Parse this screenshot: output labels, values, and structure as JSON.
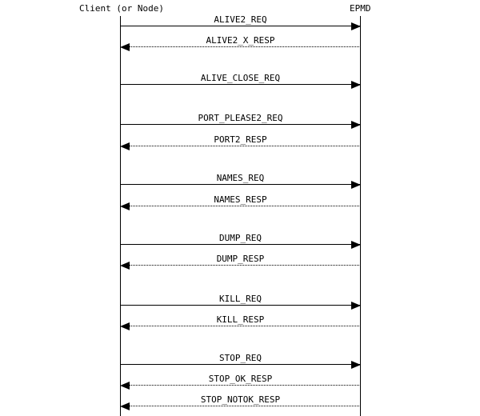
{
  "diagram": {
    "type": "sequence",
    "actors": [
      {
        "id": "client",
        "label": "Client (or Node)"
      },
      {
        "id": "epmd",
        "label": "EPMD"
      }
    ],
    "messages": [
      {
        "label": "ALIVE2_REQ",
        "direction": "right",
        "line": "solid"
      },
      {
        "label": "ALIVE2_X_RESP",
        "direction": "left",
        "line": "dotted"
      },
      {
        "label": "ALIVE_CLOSE_REQ",
        "direction": "right",
        "line": "solid"
      },
      {
        "label": "PORT_PLEASE2_REQ",
        "direction": "right",
        "line": "solid"
      },
      {
        "label": "PORT2_RESP",
        "direction": "left",
        "line": "dotted"
      },
      {
        "label": "NAMES_REQ",
        "direction": "right",
        "line": "solid"
      },
      {
        "label": "NAMES_RESP",
        "direction": "left",
        "line": "dotted"
      },
      {
        "label": "DUMP_REQ",
        "direction": "right",
        "line": "solid"
      },
      {
        "label": "DUMP_RESP",
        "direction": "left",
        "line": "dotted"
      },
      {
        "label": "KILL_REQ",
        "direction": "right",
        "line": "solid"
      },
      {
        "label": "KILL_RESP",
        "direction": "left",
        "line": "dotted"
      },
      {
        "label": "STOP_REQ",
        "direction": "right",
        "line": "solid"
      },
      {
        "label": "STOP_OK_RESP",
        "direction": "left",
        "line": "dotted"
      },
      {
        "label": "STOP_NOTOK_RESP",
        "direction": "left",
        "line": "dotted"
      }
    ],
    "colors": {
      "background": "#ffffff",
      "line": "#000000",
      "text": "#000000"
    }
  }
}
